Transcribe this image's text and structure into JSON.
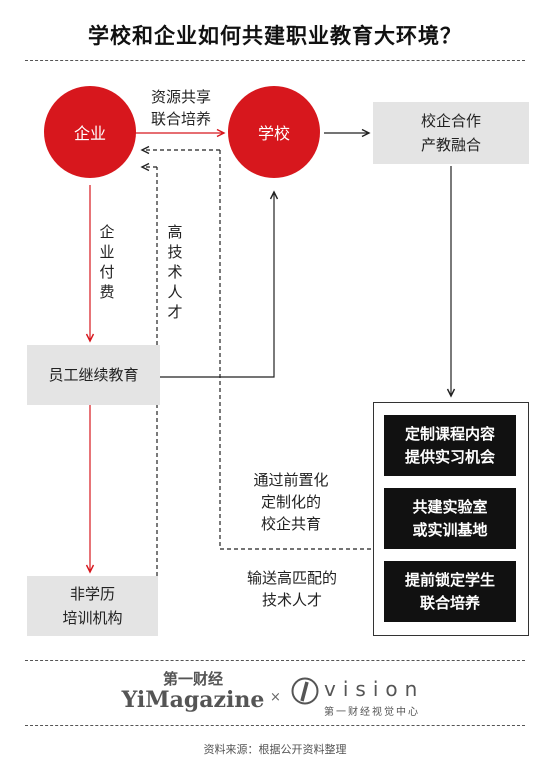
{
  "title": "学校和企业如何共建职业教育大环境？",
  "nodes": {
    "enterprise": "企业",
    "school": "学校",
    "integration": [
      "校企合作",
      "产教融合"
    ],
    "employee_education": "员工继续教育",
    "non_degree": [
      "非学历",
      "培训机构"
    ]
  },
  "edge_labels": {
    "resource_sharing": [
      "资源共享",
      "联合培养"
    ],
    "enterprise_pays": "企业付费",
    "high_skill_talent": "高技术人才",
    "pre_customized": [
      "通过前置化",
      "定制化的",
      "校企共育"
    ],
    "deliver_matched": [
      "输送高匹配的",
      "技术人才"
    ]
  },
  "outcomes": [
    [
      "定制课程内容",
      "提供实习机会"
    ],
    [
      "共建实验室",
      "或实训基地"
    ],
    [
      "提前锁定学生",
      "联合培养"
    ]
  ],
  "footer": {
    "yimag_top": "第一财经",
    "yimag_main": "YiMagazine",
    "times": "×",
    "vision": "vision",
    "vision_sub": "第一财经视觉中心",
    "source": "资料来源：根据公开资料整理"
  },
  "colors": {
    "accent": "#d7171d",
    "box_gray": "#e4e4e4",
    "box_dark": "#111111"
  }
}
